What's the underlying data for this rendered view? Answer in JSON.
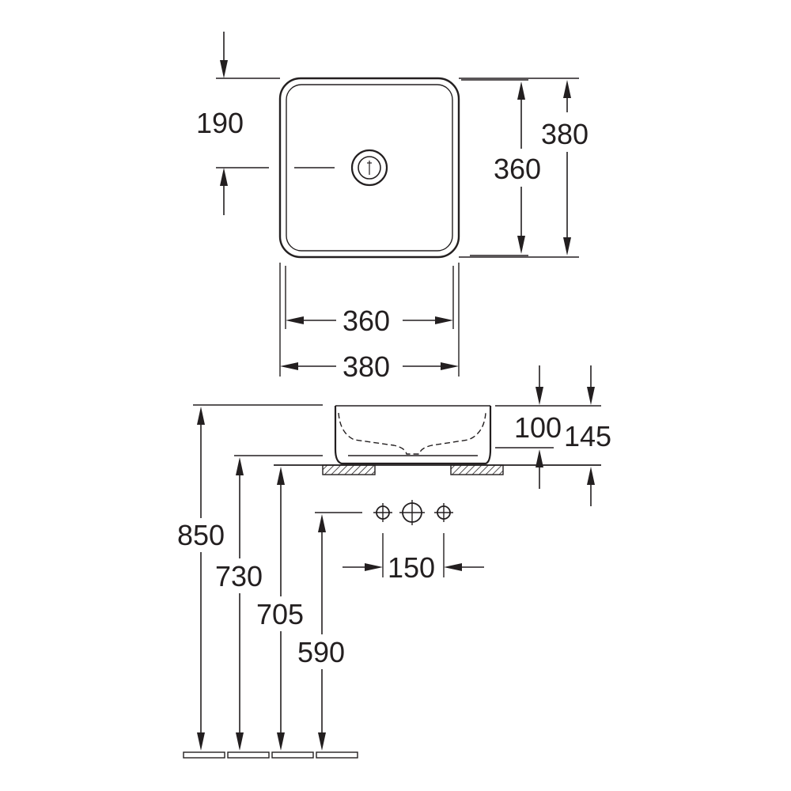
{
  "top_view": {
    "offset_190": "190",
    "inner_height_360": "360",
    "outer_height_380": "380",
    "inner_width_360": "360",
    "outer_width_380": "380"
  },
  "side_view": {
    "inner_depth_100": "100",
    "total_height_145": "145",
    "rim_850": "850",
    "base_730": "730",
    "counter_705": "705",
    "tap_590": "590",
    "tap_spacing_150": "150"
  }
}
